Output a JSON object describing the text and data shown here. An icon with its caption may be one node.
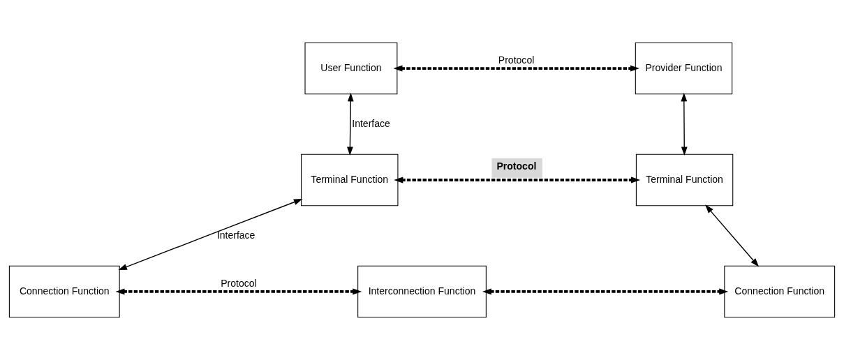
{
  "diagram": {
    "nodes": [
      {
        "text": [
          "User Function"
        ]
      },
      {
        "text": [
          "Provider Function"
        ]
      },
      {
        "text": [
          "Terminal Function"
        ]
      },
      {
        "text": [
          "Terminal Function"
        ]
      },
      {
        "text": [
          "Connection Function"
        ]
      },
      {
        "text": [
          "Interconnection Function"
        ]
      },
      {
        "text": [
          "Connection Function"
        ]
      }
    ],
    "edges": [
      {
        "from": 0,
        "to": 1,
        "arrow": "both",
        "style": "dashed",
        "label": "Protocol"
      },
      {
        "from": 0,
        "to": 2,
        "arrow": "both",
        "label": "Interface"
      },
      {
        "from": 1,
        "to": 3,
        "arrow": "both"
      },
      {
        "from": 2,
        "to": 3,
        "arrow": "both",
        "style": "dashed",
        "label": "Protocol"
      },
      {
        "from": 2,
        "to": 4,
        "arrow": "both",
        "label": "Interface"
      },
      {
        "from": 3,
        "to": 6,
        "arrow": "both"
      },
      {
        "from": 4,
        "to": 5,
        "arrow": "both",
        "style": "dashed",
        "label": "Protocol"
      },
      {
        "from": 5,
        "to": 6,
        "arrow": "both",
        "style": "dashed"
      }
    ]
  }
}
